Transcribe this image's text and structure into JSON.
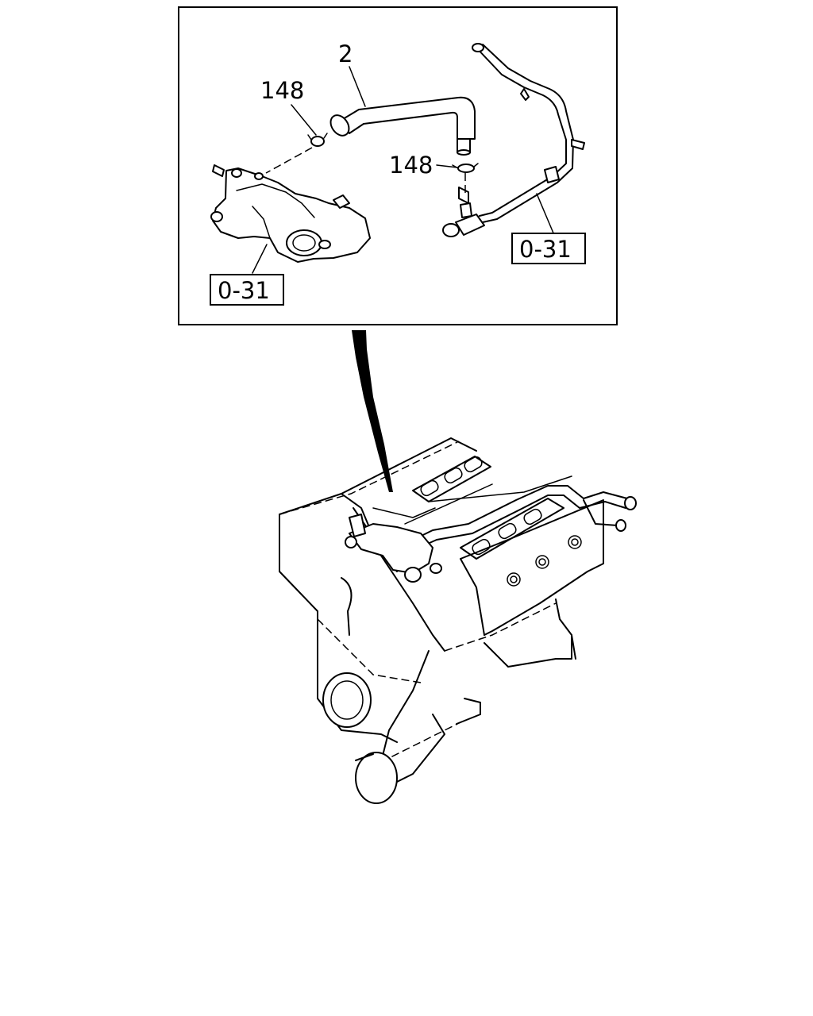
{
  "callouts": {
    "hose_number": "2",
    "clamp_left_number": "148",
    "clamp_right_number": "148"
  },
  "references": {
    "left_ref": "0-31",
    "right_ref": "0-31"
  },
  "colors": {
    "line": "#000000",
    "background": "#ffffff"
  }
}
